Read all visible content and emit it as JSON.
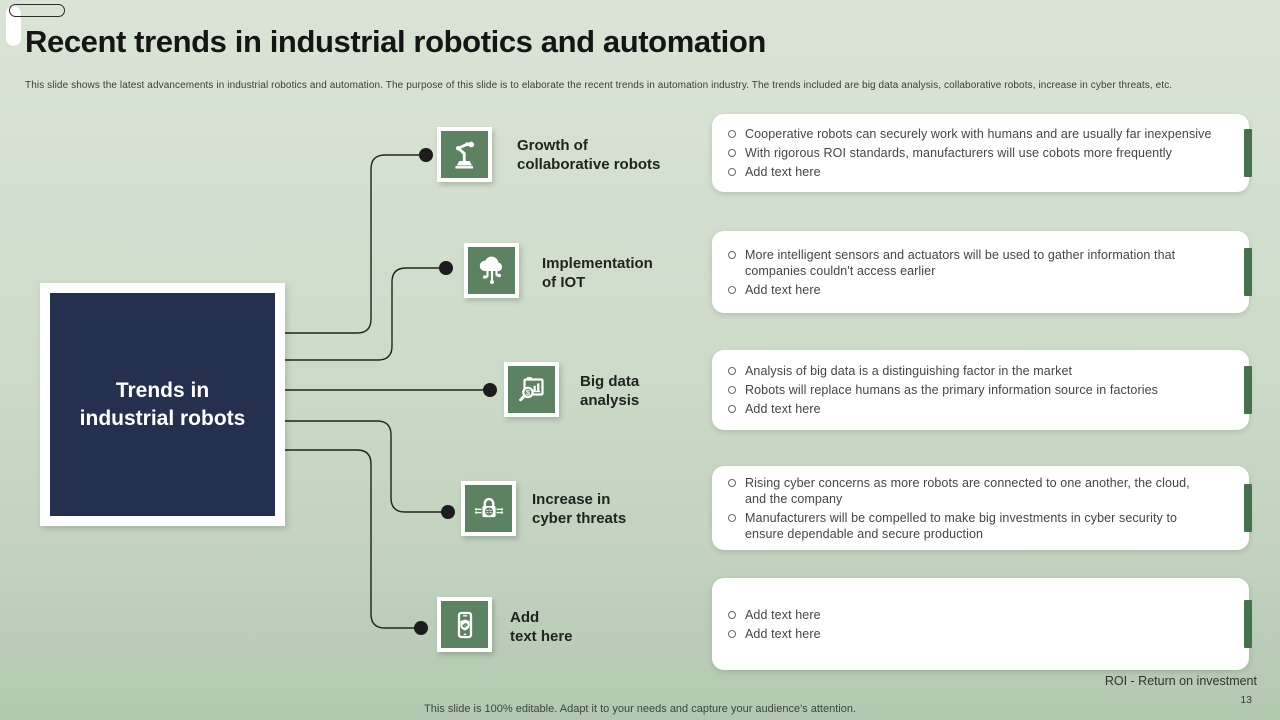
{
  "slide": {
    "title": "Recent trends in industrial robotics and automation",
    "subtitle": "This slide shows the latest advancements in industrial robotics and automation. The purpose of this slide is to elaborate the recent trends in automation industry. The trends included are big data analysis, collaborative robots, increase in cyber threats, etc.",
    "center_box_label": "Trends in industrial robots",
    "roi_note": "ROI - Return on investment",
    "editable_note": "This slide is 100% editable. Adapt it to your needs and capture your audience's attention.",
    "page_number": "13"
  },
  "trends": [
    {
      "icon": "robot-arm-icon",
      "label_lines": [
        "Growth of",
        "collaborative robots"
      ],
      "bullets": [
        "Cooperative robots can securely work with humans and are usually far inexpensive",
        "With rigorous ROI standards, manufacturers will use cobots more frequently",
        "Add text here"
      ]
    },
    {
      "icon": "iot-cloud-icon",
      "label_lines": [
        "Implementation",
        "of IOT"
      ],
      "bullets": [
        "More intelligent sensors and actuators will be used to gather information that companies couldn't access earlier",
        "Add text here"
      ]
    },
    {
      "icon": "big-data-analysis-icon",
      "label_lines": [
        "Big data",
        "analysis"
      ],
      "bullets": [
        "Analysis of big data is a distinguishing factor in the market",
        "Robots will replace humans as the primary information source in factories",
        "Add text here"
      ]
    },
    {
      "icon": "cyber-lock-icon",
      "label_lines": [
        "Increase in",
        "cyber threats"
      ],
      "bullets": [
        "Rising cyber concerns as more robots are connected to one another, the cloud, and the company",
        "Manufacturers will be compelled to make big investments in cyber security to ensure dependable and secure production"
      ]
    },
    {
      "icon": "mobile-security-icon",
      "label_lines": [
        "Add",
        "text here"
      ],
      "bullets": [
        "Add text here",
        "Add text here"
      ]
    }
  ],
  "colors": {
    "background_top": "#dae4d6",
    "background_bottom": "#b3c8b1",
    "icon_green": "#5d8261",
    "accent_bar_green": "#47704d",
    "navy": "#25304e",
    "connector": "#1f241f"
  }
}
